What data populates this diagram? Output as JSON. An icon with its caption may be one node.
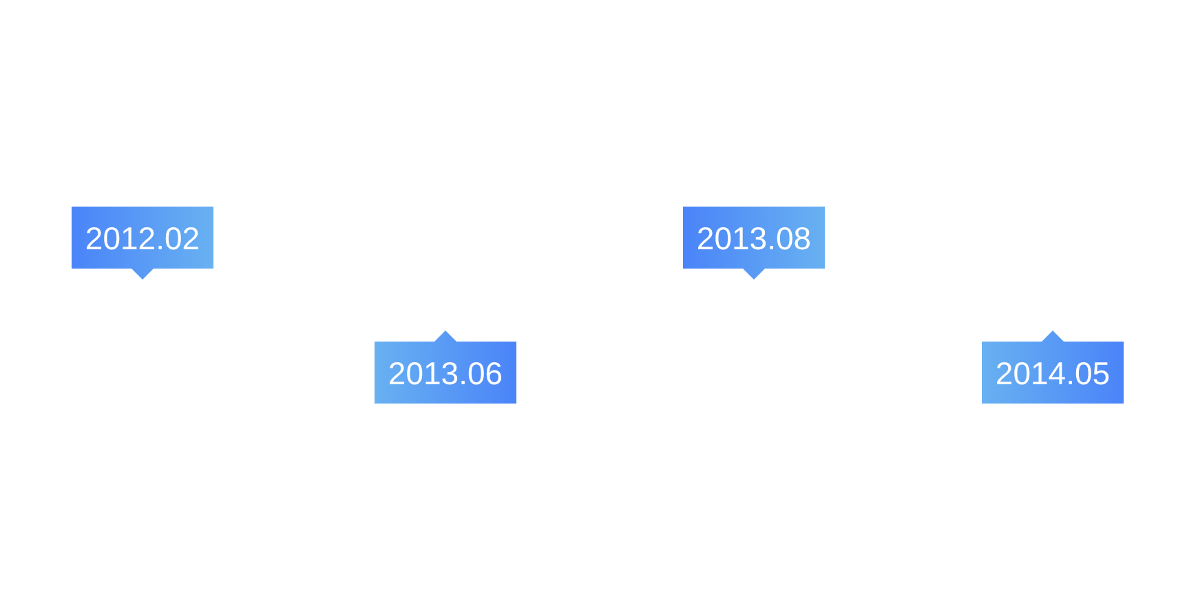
{
  "diagram": {
    "nodes": [
      {
        "text": [
          "2012.02"
        ]
      },
      {
        "text": [
          "2013.06"
        ]
      },
      {
        "text": [
          "2013.08"
        ]
      },
      {
        "text": [
          "2014.05"
        ]
      }
    ]
  }
}
